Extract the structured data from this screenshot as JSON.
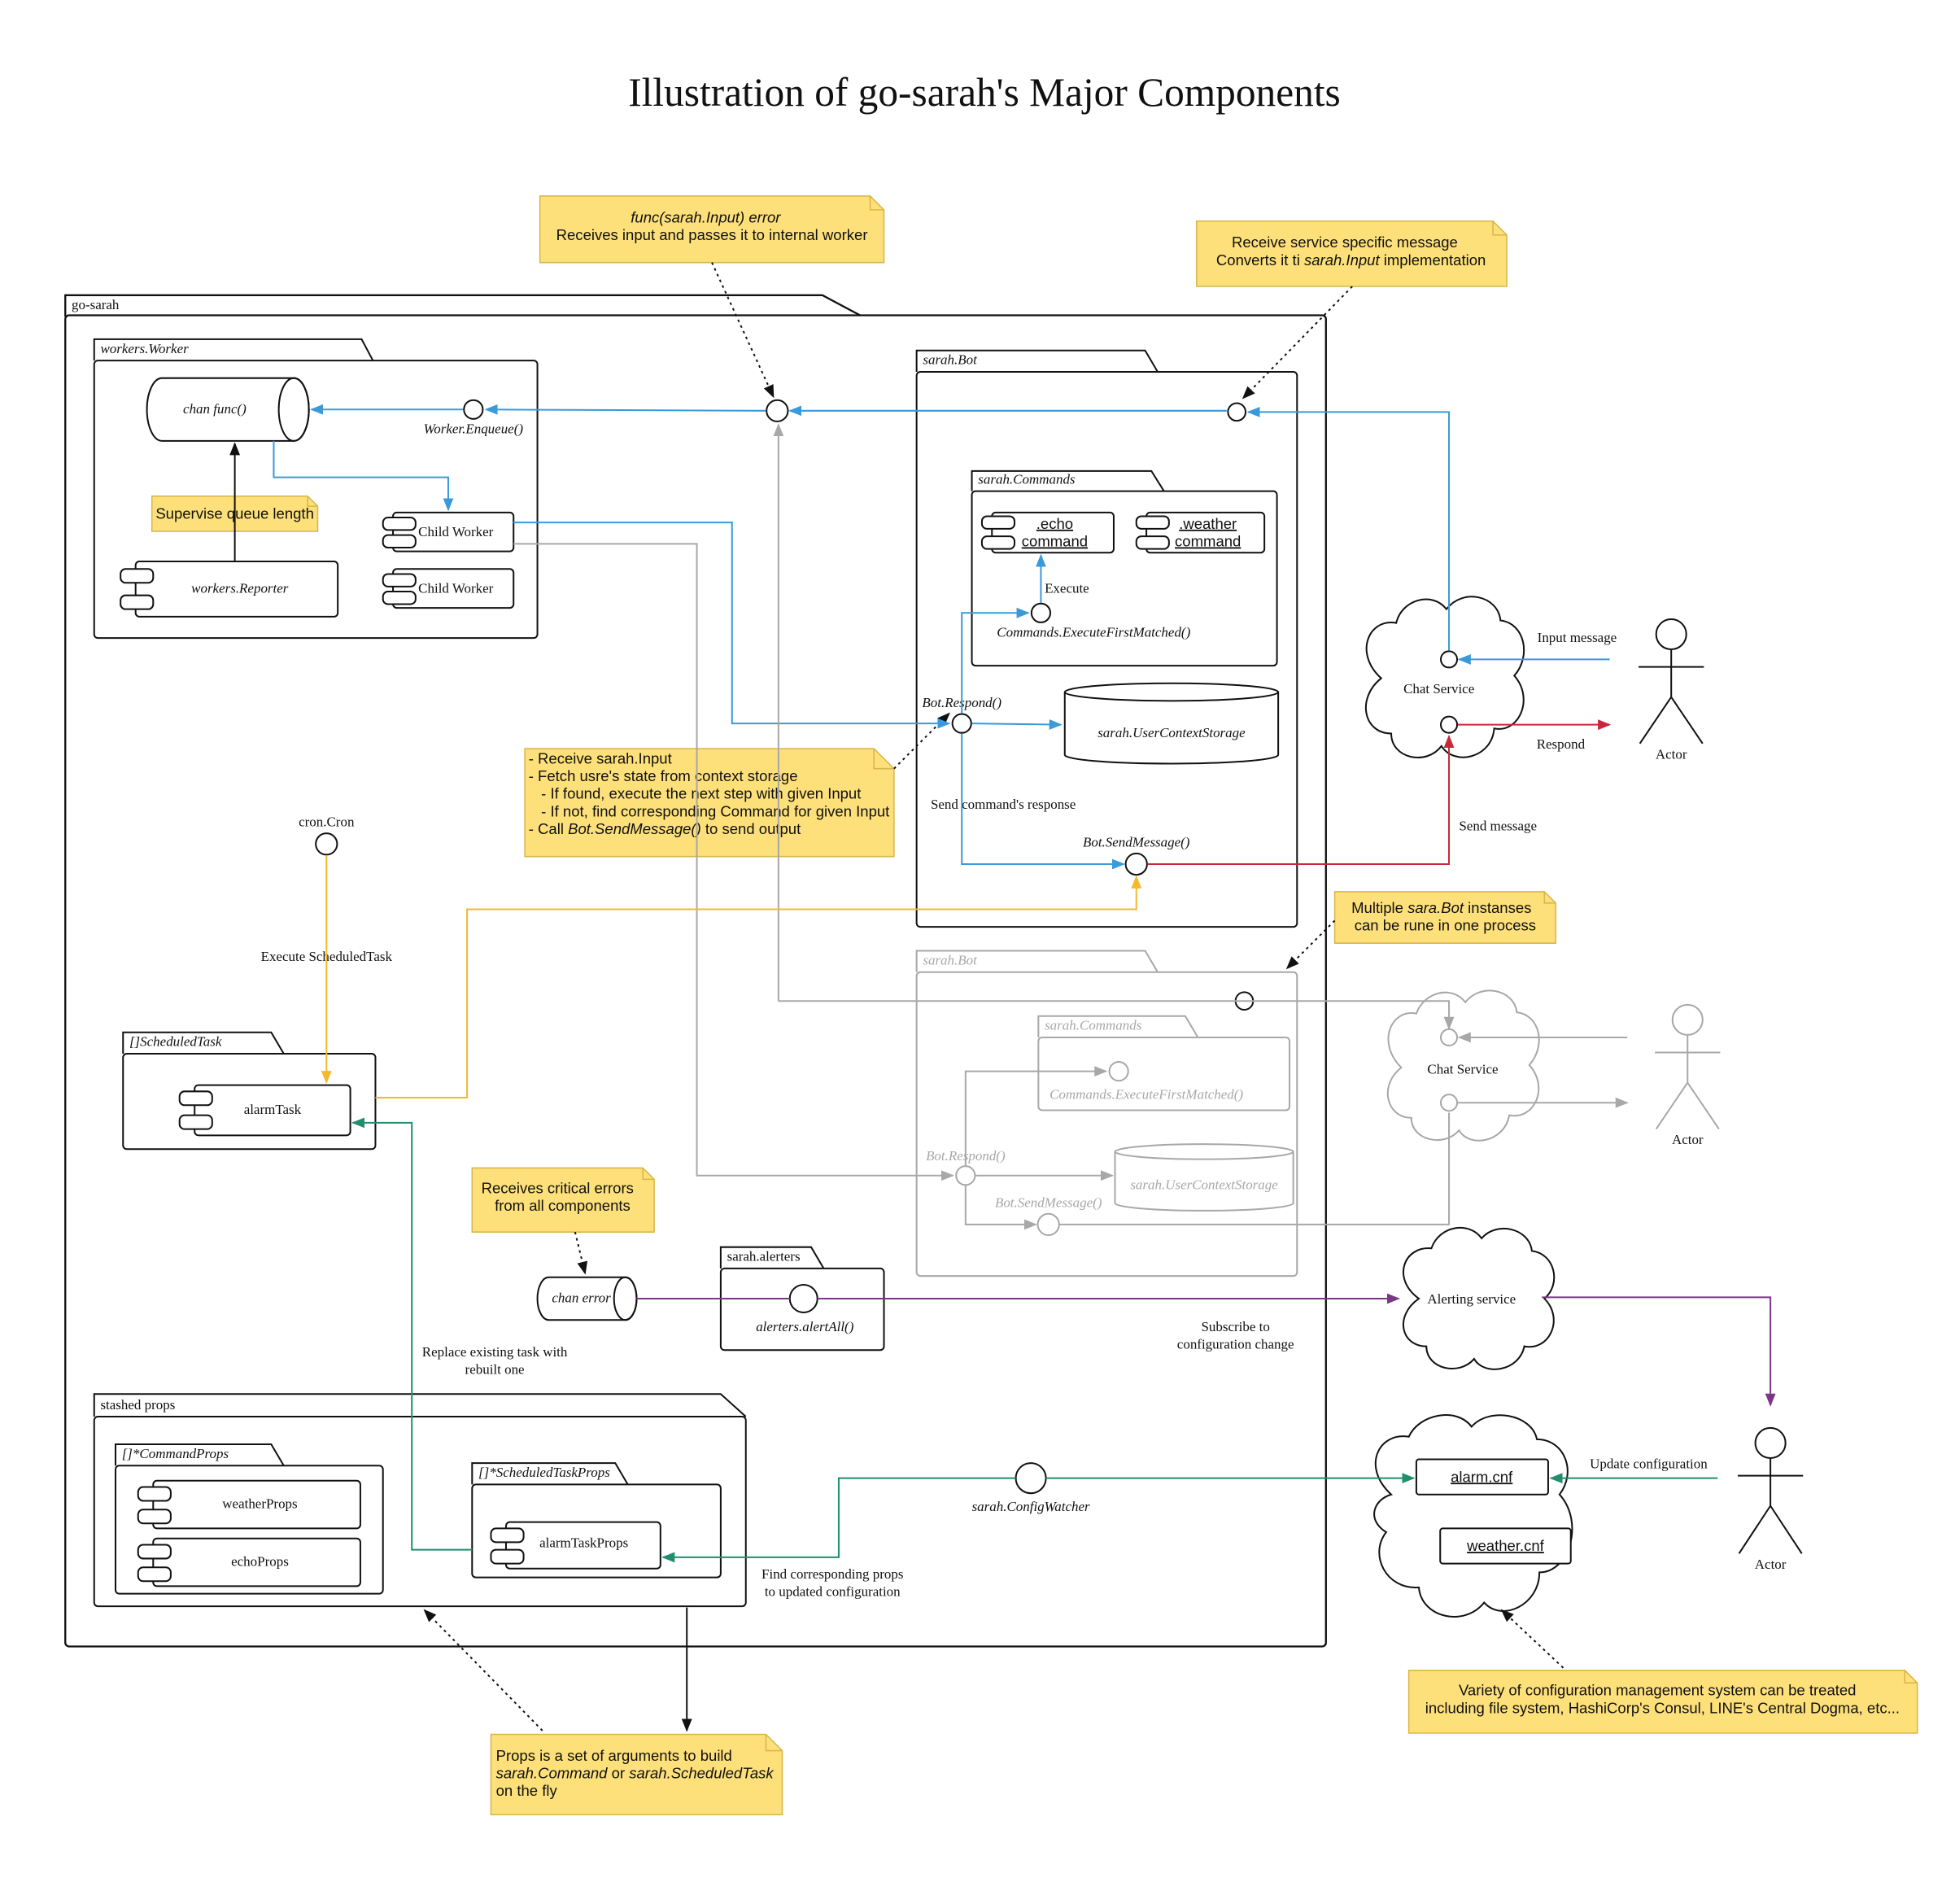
{
  "title": "Illustration of go-sarah's Major Components",
  "colors": {
    "blue": "#3a9ad9",
    "gray": "#a8a8a8",
    "yellow": "#f4b92c",
    "red": "#c8283a",
    "purple": "#7b3688",
    "green": "#1f8f6e",
    "note_fill": "#fde07a",
    "note_border": "#d9b64a"
  },
  "packages": {
    "go_sarah": "go-sarah",
    "workers_worker": "workers.Worker",
    "sarah_bot": "sarah.Bot",
    "sarah_commands": "sarah.Commands",
    "sarah_bot_2": "sarah.Bot",
    "sarah_commands_2": "sarah.Commands",
    "scheduled_task": "[]ScheduledTask",
    "sarah_alerters": "sarah.alerters",
    "stashed_props": "stashed props",
    "command_props": "[]*CommandProps",
    "scheduled_task_props": "[]*ScheduledTaskProps"
  },
  "components": {
    "chan_func": "chan func()",
    "worker_enqueue": "Worker.Enqueue()",
    "child_worker_1": "Child Worker",
    "child_worker_2": "Child Worker",
    "workers_reporter": "workers.Reporter",
    "echo_command_line1": ".echo",
    "echo_command_line2": "command",
    "weather_command_line1": ".weather",
    "weather_command_line2": "command",
    "execute": "Execute",
    "execute_first_matched": "Commands.ExecuteFirstMatched()",
    "bot_respond": "Bot.Respond()",
    "user_context_storage": "sarah.UserContextStorage",
    "send_commands_response": "Send command's response",
    "bot_send_message": "Bot.SendMessage()",
    "cron": "cron.Cron",
    "execute_scheduled_task": "Execute ScheduledTask",
    "alarm_task": "alarmTask",
    "execute_first_matched_2": "Commands.ExecuteFirstMatched()",
    "bot_respond_2": "Bot.Respond()",
    "user_context_storage_2": "sarah.UserContextStorage",
    "bot_send_message_2": "Bot.SendMessage()",
    "chan_error": "chan error",
    "alerters_alert_all": "alerters.alertAll()",
    "replace_task_line1": "Replace existing task with",
    "replace_task_line2": "rebuilt one",
    "weather_props": "weatherProps",
    "echo_props": "echoProps",
    "alarm_task_props": "alarmTaskProps",
    "config_watcher": "sarah.ConfigWatcher",
    "find_props_line1": "Find corresponding props",
    "find_props_line2": "to updated configuration",
    "subscribe_line1": "Subscribe to",
    "subscribe_line2": "configuration change"
  },
  "external": {
    "chat_service": "Chat Service",
    "chat_service_2": "Chat Service",
    "input_message": "Input message",
    "respond": "Respond",
    "send_message": "Send message",
    "actor_1": "Actor",
    "actor_2": "Actor",
    "actor_3": "Actor",
    "alerting_service": "Alerting service",
    "alarm_cnf": "alarm.cnf",
    "weather_cnf": "weather.cnf",
    "update_configuration": "Update configuration"
  },
  "notes": {
    "enqueue_note": {
      "line1": "func(sarah.Input) error",
      "line2": "Receives input and passes it to internal worker"
    },
    "service_note": {
      "line1": "Receive service specific message",
      "line2_pre": "Converts it ti ",
      "line2_it": "sarah.Input",
      "line2_post": " implementation"
    },
    "supervise_note": "Supervise queue length",
    "respond_note": {
      "line1": "- Receive sarah.Input",
      "line2": "- Fetch usre's state from context storage",
      "line3": "   - If found, execute the next step with given Input",
      "line4": "   - If not, find corresponding Command for given Input",
      "line5_pre": "- Call ",
      "line5_it": "Bot.SendMessage()",
      "line5_post": " to send output"
    },
    "multi_bot_note": {
      "line1_pre": "Multiple ",
      "line1_it": "sara.Bot",
      "line1_post": " instanses",
      "line2": "can be rune in one process"
    },
    "critical_note": {
      "line1": "Receives critical errors",
      "line2": "from all components"
    },
    "props_note": {
      "line1": "Props is a set of arguments to build",
      "line2_it1": "sarah.Command",
      "line2_mid": " or ",
      "line2_it2": "sarah.ScheduledTask",
      "line3": "on the fly"
    },
    "config_note": {
      "line1": "Variety of configuration management system can be treated",
      "line2": "including file system, HashiCorp's Consul, LINE's Central Dogma, etc..."
    }
  }
}
